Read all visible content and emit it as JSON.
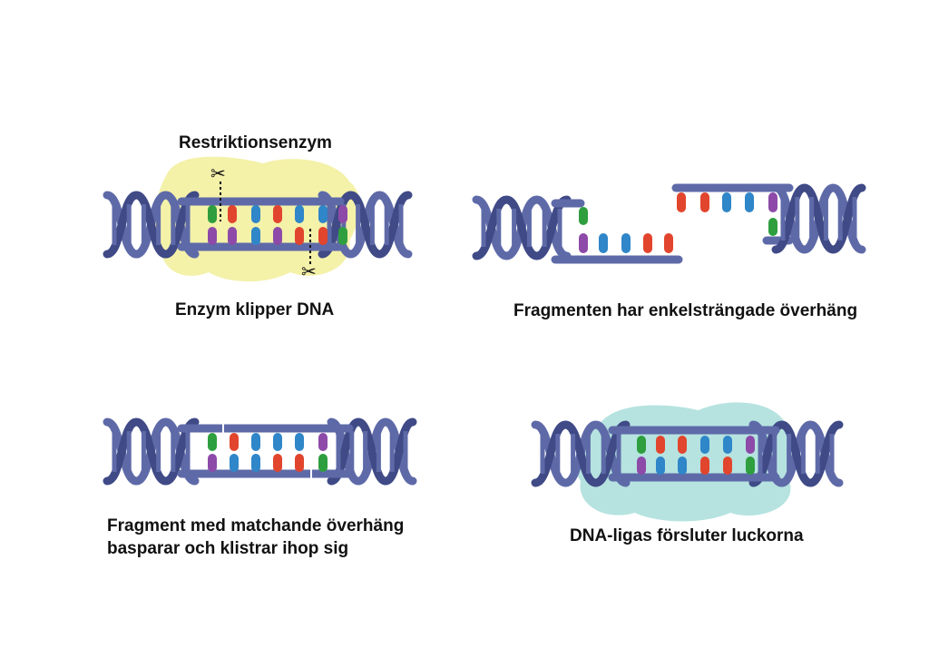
{
  "panels": [
    {
      "id": "cut",
      "caption": "Enzym klipper DNA",
      "enzyme_label": "Restriktionsenzym"
    },
    {
      "id": "overhang",
      "caption": "Fragmenten har enkelsträngade överhäng"
    },
    {
      "id": "pairing",
      "caption_line1": "Fragment med matchande överhäng",
      "caption_line2": "basparar och klistrar ihop sig"
    },
    {
      "id": "ligase",
      "caption": "DNA-ligas försluter luckorna"
    }
  ],
  "colors": {
    "backbone": "#5e6aa8",
    "backbone_dark": "#3f4a86",
    "base_green": "#2e9e3e",
    "base_red": "#e2452d",
    "base_blue": "#2f86c8",
    "base_purple": "#8d4aa8",
    "enzyme_yellow": "#f2ef9a",
    "ligase_cyan": "#a9dedb"
  },
  "icons": {
    "scissors": "scissors-icon"
  }
}
